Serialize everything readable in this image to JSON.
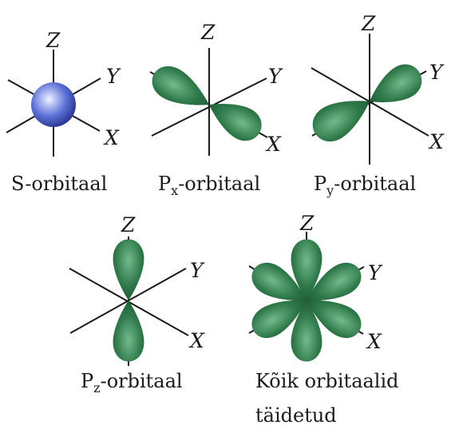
{
  "axis_labels": {
    "z": "Z",
    "y": "Y",
    "x": "X"
  },
  "colors": {
    "lobe": "#2f7a4a",
    "lobe_light": "#74ba8c",
    "lobe_dark": "#1c5230",
    "sphere": "#5a6fd6",
    "sphere_light": "#f2f4ff",
    "sphere_dark": "#28358f"
  },
  "panels": [
    {
      "id": "s",
      "label_main": "S-orbitaal",
      "label_sub": "",
      "label_rest": "",
      "label_line2": ""
    },
    {
      "id": "px",
      "label_main": "P",
      "label_sub": "x",
      "label_rest": "-orbitaal",
      "label_line2": ""
    },
    {
      "id": "py",
      "label_main": "P",
      "label_sub": "y",
      "label_rest": "-orbitaal",
      "label_line2": ""
    },
    {
      "id": "pz",
      "label_main": "P",
      "label_sub": "z",
      "label_rest": "-orbitaal",
      "label_line2": ""
    },
    {
      "id": "all",
      "label_main": "Kõik orbitaalid",
      "label_sub": "",
      "label_rest": "",
      "label_line2": "täidetud"
    }
  ]
}
